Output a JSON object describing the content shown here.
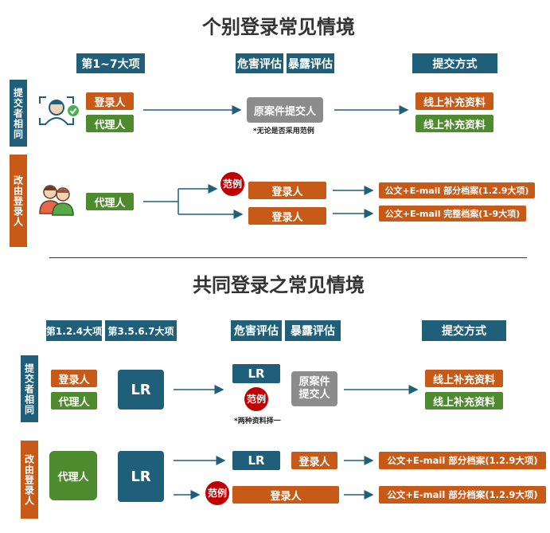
{
  "colors": {
    "accent_blue": "#1f5f7a",
    "orange": "#c85a17",
    "green": "#4e8a2e",
    "gray": "#8c8c8c",
    "red": "#c00000"
  },
  "top": {
    "title": "个别登录常见情境",
    "headers": {
      "items": "第1~7大项",
      "hazard": "危害评估",
      "exposure": "暴露评估",
      "submit": "提交方式"
    },
    "row1": {
      "side": "提交者相同",
      "roles": [
        "登录人",
        "代理人"
      ],
      "original": "原案件提交人",
      "note": "*无论是否采用范例",
      "outputs": [
        "线上补充资料",
        "线上补充资料"
      ]
    },
    "row2": {
      "side": "改由登录人",
      "role": "代理人",
      "badge": "范例",
      "roles": [
        "登录人",
        "登录人"
      ],
      "outputs": [
        "公文+E-mail 部分档案(1.2.9大项)",
        "公文+E-mail 完整档案(1-9大项)"
      ]
    }
  },
  "bottom": {
    "title": "共同登录之常见情境",
    "headers": {
      "items_a": "第1.2.4大项",
      "items_b": "第3.5.6.7大项",
      "hazard": "危害评估",
      "exposure": "暴露评估",
      "submit": "提交方式"
    },
    "row1": {
      "side": "提交者相同",
      "roles": [
        "登录人",
        "代理人"
      ],
      "lr": "LR",
      "lr_small": "LR",
      "badge": "范例",
      "note": "*两种资料择一",
      "original": "原案件提交人",
      "outputs": [
        "线上补充资料",
        "线上补充资料"
      ]
    },
    "row2": {
      "side": "改由登录人",
      "role": "代理人",
      "lr": "LR",
      "lr_small": "LR",
      "badge": "范例",
      "roles": [
        "登录人",
        "登录人"
      ],
      "outputs": [
        "公文+E-mail 部分档案(1.2.9大项)",
        "公文+E-mail 部分档案(1.2.9大项)"
      ]
    }
  }
}
